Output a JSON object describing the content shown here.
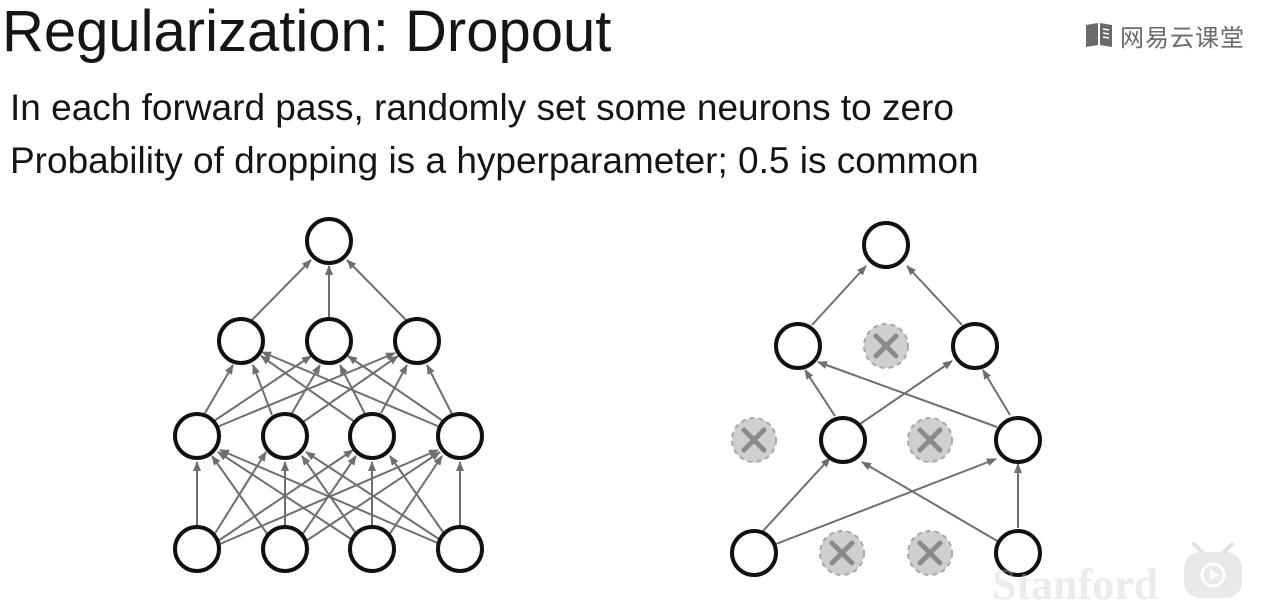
{
  "slide": {
    "title": "Regularization: Dropout",
    "bullets": [
      "In each forward pass, randomly set some neurons to zero",
      "Probability of dropping is a hyperparameter; 0.5 is common"
    ]
  },
  "brand": {
    "logo_icon": "book-logo-icon",
    "text": "网易云课堂"
  },
  "watermark": {
    "text": "Stanford"
  },
  "colors": {
    "neuron_stroke": "#111111",
    "edge": "#6e6e6e",
    "dropped_fill": "#cfcfcf",
    "dropped_stroke": "#a8a8a8",
    "dropped_x": "#8a8a8a",
    "brand_text": "#6a6a6a"
  },
  "icons": {
    "dropped_neuron": "x-mark-icon",
    "play_badge": "play-icon"
  }
}
